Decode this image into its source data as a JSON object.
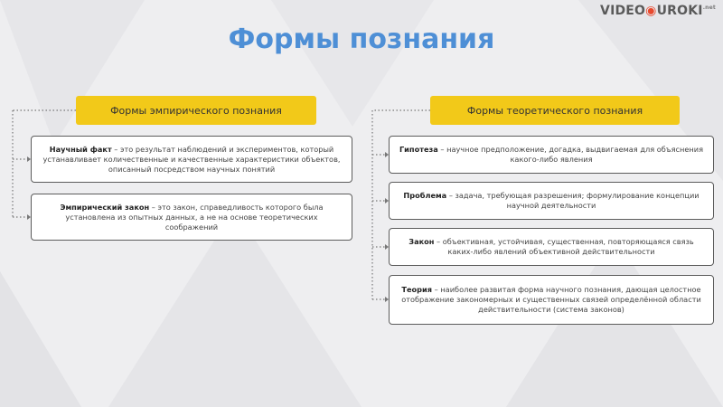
{
  "logo": {
    "part1": "VIDEO",
    "part2": "UROKI",
    "suffix": ".net"
  },
  "title": "Формы познания",
  "empirical": {
    "header": "Формы эмпирического познания",
    "items": [
      {
        "term": "Научный факт",
        "text": " – это результат наблюдений и экспериментов, который устанавливает количественные и качественные характеристики объектов, описанный посредством научных понятий"
      },
      {
        "term": "Эмпирический закон",
        "text": " – это закон, справедливость которого была установлена из опытных данных, а не на основе теоретических соображений"
      }
    ]
  },
  "theoretical": {
    "header": "Формы теоретического познания",
    "items": [
      {
        "term": "Гипотеза",
        "text": " – научное предположение, догадка, выдвигаемая для объяснения какого-либо явления"
      },
      {
        "term": "Проблема",
        "text": " – задача, требующая разрешения; формулирование концепции научной деятельности"
      },
      {
        "term": "Закон",
        "text": " – объективная, устойчивая, существенная, повторяющаяся связь каких-либо явлений объективной действительности"
      },
      {
        "term": "Теория",
        "text": " – наиболее развитая форма научного познания, дающая целостное отображение закономерных и существенных связей определённой области действительности (система законов)"
      }
    ]
  },
  "colors": {
    "title": "#4e8fd6",
    "header_bg": "#f2c919",
    "logo_accent": "#e8492e"
  }
}
